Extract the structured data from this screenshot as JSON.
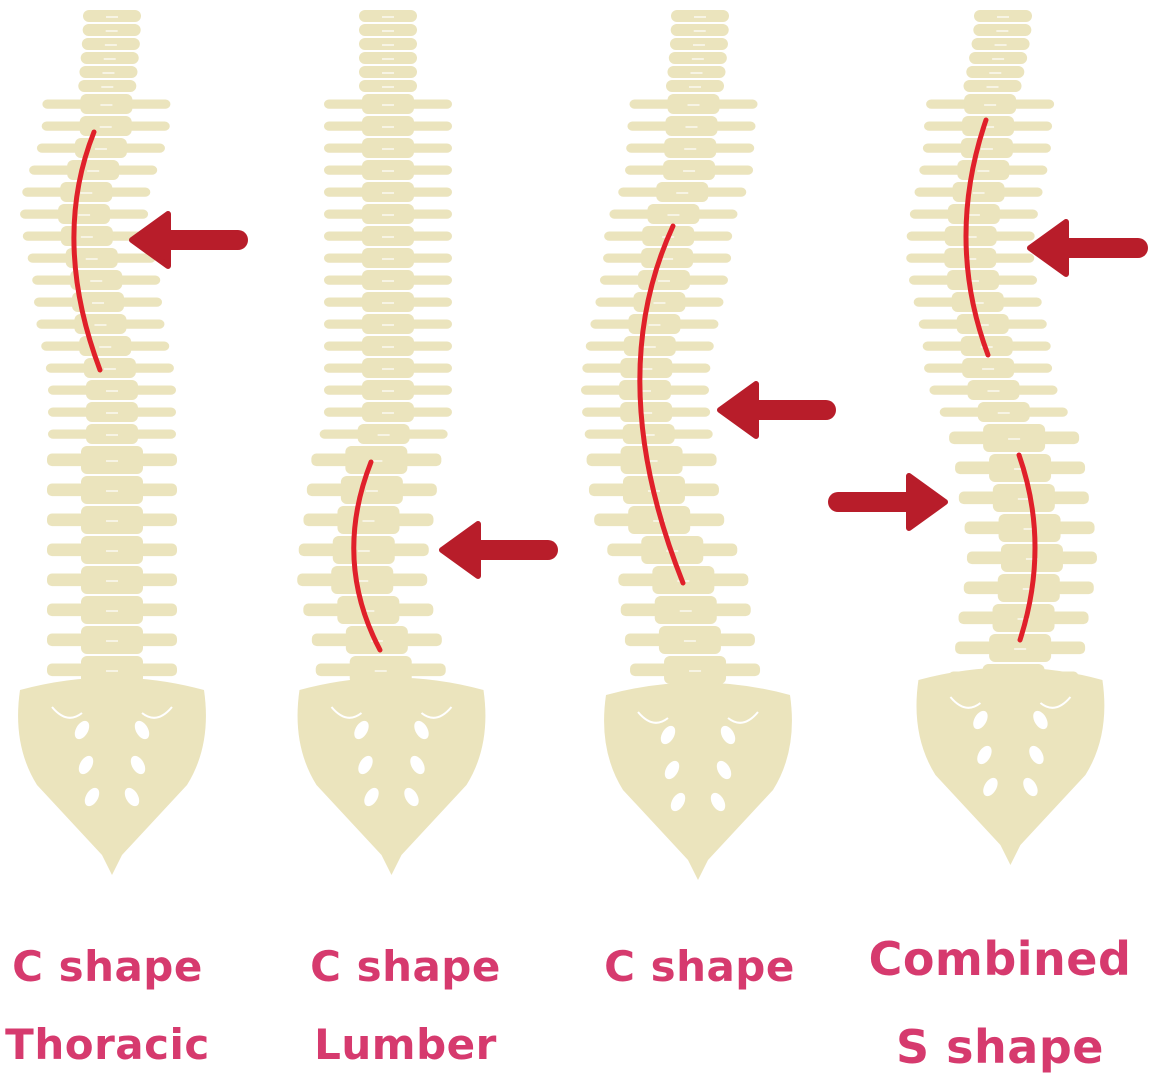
{
  "colors": {
    "bone": "#ebe4bd",
    "bone_gap": "#ffffff",
    "curve_line": "#e0202a",
    "arrow": "#b81d2a",
    "caption": "#d63a6e"
  },
  "diagrams": [
    {
      "id": "thoracic",
      "caption_lines": [
        "C shape",
        "Thoracic"
      ]
    },
    {
      "id": "lumbar",
      "caption_lines": [
        "C shape",
        "Lumber"
      ]
    },
    {
      "id": "c-shape",
      "caption_lines": [
        "C shape"
      ]
    },
    {
      "id": "s-shape",
      "caption_lines": [
        "Combined",
        "S shape"
      ]
    }
  ]
}
